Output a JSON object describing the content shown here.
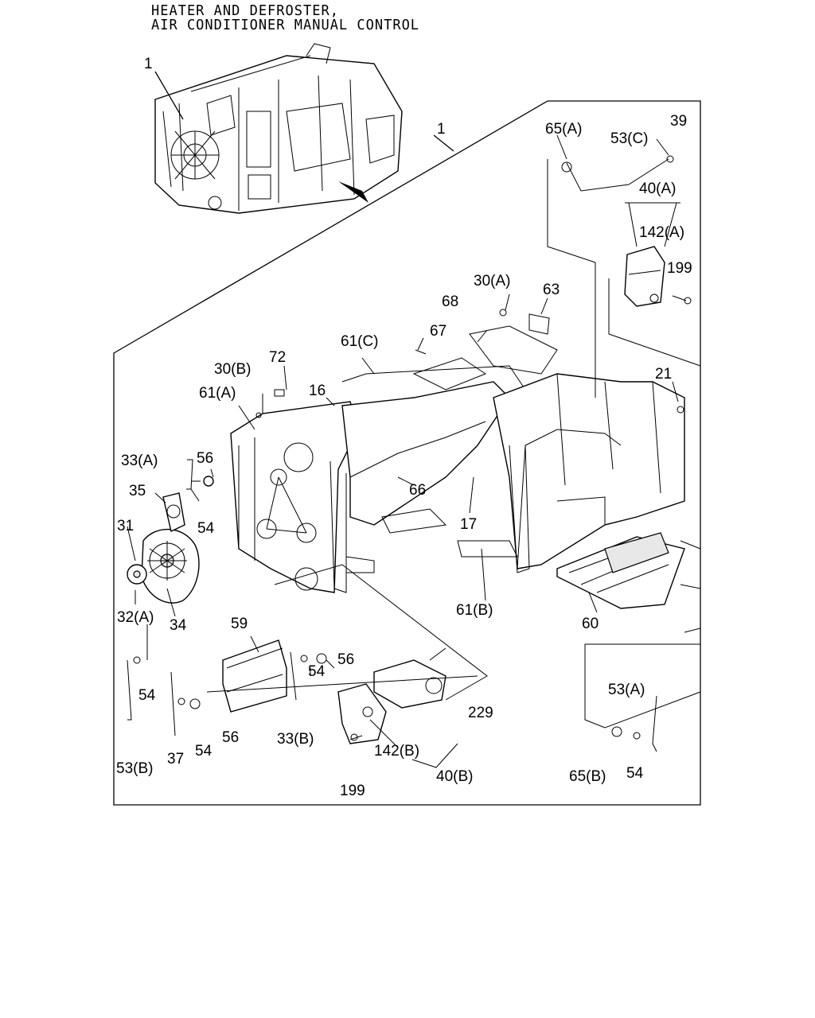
{
  "title": {
    "line1": "HEATER AND DEFROSTER,",
    "line2": "AIR CONDITIONER MANUAL CONTROL"
  },
  "callouts": {
    "c1_top": "1",
    "c1_frame": "1",
    "c65a": "65(A)",
    "c53c": "53(C)",
    "c39": "39",
    "c40a": "40(A)",
    "c142a": "142(A)",
    "c199_top": "199",
    "c30a": "30(A)",
    "c63": "63",
    "c68": "68",
    "c67": "67",
    "c61c": "61(C)",
    "c72": "72",
    "c30b": "30(B)",
    "c16": "16",
    "c61a": "61(A)",
    "c21": "21",
    "c33a": "33(A)",
    "c56_top": "56",
    "c35": "35",
    "c54_top": "54",
    "c66": "66",
    "c31": "31",
    "c17": "17",
    "c61b": "61(B)",
    "c32a": "32(A)",
    "c34": "34",
    "c60": "60",
    "c59": "59",
    "c54_mid": "54",
    "c56_mid": "56",
    "c54_left": "54",
    "c229": "229",
    "c53a": "53(A)",
    "c56_low": "56",
    "c33b": "33(B)",
    "c53b": "53(B)",
    "c37": "37",
    "c54_low": "54",
    "c142b": "142(B)",
    "c40b": "40(B)",
    "c65b": "65(B)",
    "c54_right": "54",
    "c199_bottom": "199"
  }
}
